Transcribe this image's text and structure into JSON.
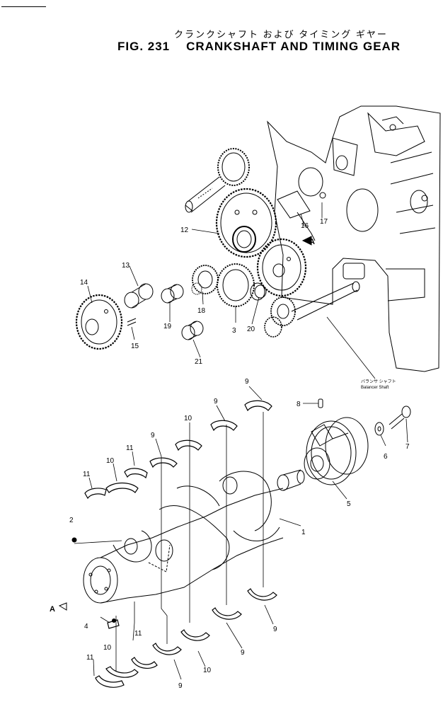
{
  "header": {
    "title_jp": "クランクシャフト および タイミング ギヤー",
    "fig_label": "FIG. 231",
    "title_en": "CRANKSHAFT AND TIMING GEAR"
  },
  "callouts": {
    "balancer_jp": "バランサ シャフト",
    "balancer_en": "Balancer Shaft",
    "view_marker": "A"
  },
  "part_numbers": [
    "1",
    "2",
    "3",
    "4",
    "5",
    "6",
    "7",
    "8",
    "9",
    "10",
    "11",
    "12",
    "13",
    "14",
    "15",
    "16",
    "17",
    "18",
    "19",
    "20",
    "21"
  ]
}
